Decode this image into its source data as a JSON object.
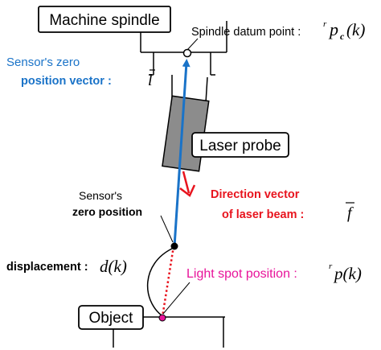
{
  "colors": {
    "line": "#000000",
    "sensor_vector": "#1a73c8",
    "direction_vector": "#e8141e",
    "light_spot": "#e8149a",
    "probe_fill": "#8c8c8c"
  },
  "labels": {
    "machine_spindle": "Machine spindle",
    "spindle_datum_text": "Spindle datum point :",
    "spindle_datum_sup": "r",
    "spindle_datum_sym": "p",
    "spindle_datum_sub": "c",
    "spindle_datum_arg": "(k)",
    "sensor_zero_vec_line1": "Sensor's zero",
    "sensor_zero_vec_line2": "position vector :",
    "sensor_zero_vec_sym": "l",
    "laser_probe": "Laser probe",
    "direction_vec_line1": "Direction vector",
    "direction_vec_line2": "of laser beam :",
    "direction_vec_sym": "f",
    "sensor_zero_pos_line1": "Sensor's",
    "sensor_zero_pos_line2": "zero position",
    "displacement_text": "displacement :",
    "displacement_sym": "d(k)",
    "light_spot_text": "Light spot position :",
    "light_spot_sup": "r",
    "light_spot_sym": "p(k)",
    "object": "Object"
  }
}
